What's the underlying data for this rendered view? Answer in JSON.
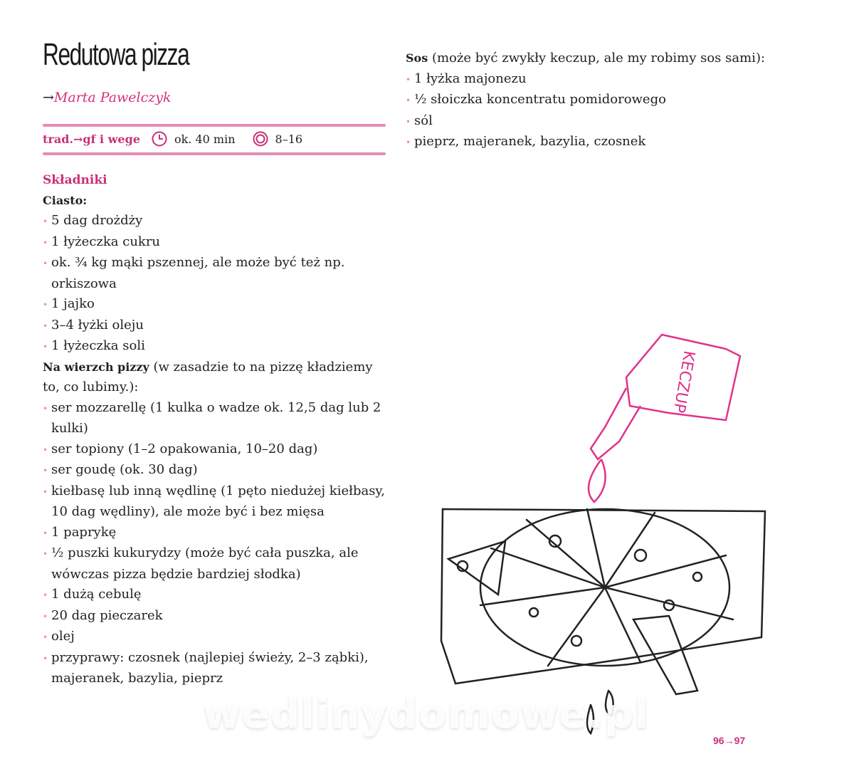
{
  "title": "Redutowa pizza",
  "author": {
    "arrow": "→",
    "name": "Marta Pawelczyk"
  },
  "meta": {
    "tag": "trad.→gf i wege",
    "time": "ok. 40 min",
    "servings": "8–16"
  },
  "ingredients": {
    "heading": "Składniki",
    "dough_label": "Ciasto:",
    "dough": [
      "5 dag drożdży",
      "1 łyżeczka cukru",
      "ok. ¾ kg mąki pszennej, ale może być też np. orkiszowa",
      "1 jajko",
      "3–4 łyżki oleju",
      "1 łyżeczka soli"
    ],
    "topping_label": "Na wierzch pizzy",
    "topping_note": " (w zasadzie to na pizzę kładziemy to, co lubimy.):",
    "topping": [
      "ser mozzarellę (1 kulka o wadze ok. 12,5 dag lub 2 kulki)",
      "ser topiony (1–2 opakowania, 10–20 dag)",
      "ser goudę (ok. 30 dag)",
      "kiełbasę lub inną wędlinę (1 pęto niedużej kiełbasy, 10 dag wędliny), ale może być i bez mięsa",
      "1 paprykę",
      "½ puszki kukurydzy (może być cała puszka, ale wówczas pizza będzie bardziej słodka)",
      "1 dużą cebulę",
      "20 dag pieczarek",
      "olej",
      "przyprawy: czosnek (najlepiej świeży, 2–3 ząbki), majeranek, bazylia, pieprz"
    ]
  },
  "sauce": {
    "label": "Sos",
    "note": " (może być zwykły keczup, ale my robimy sos sami):",
    "items": [
      "1 łyżka majonezu",
      "½ słoiczka koncentratu pomidorowego",
      "sól",
      "pieprz, majeranek, bazylia, czosnek"
    ]
  },
  "bottle_label": "KECZUP",
  "page_numbers": "96→97",
  "watermark": "wedlinydomowe.pl",
  "colors": {
    "accent": "#c9307a",
    "rule": "#e58db5"
  }
}
